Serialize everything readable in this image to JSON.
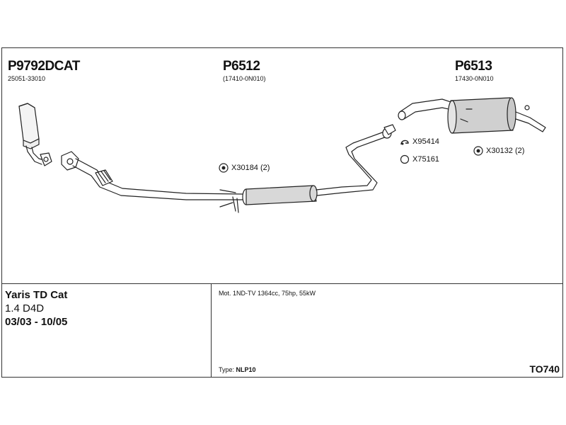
{
  "parts": [
    {
      "number": "P9792DCAT",
      "oem": "25051-33010"
    },
    {
      "number": "P6512",
      "oem": "(17410-0N010)"
    },
    {
      "number": "P6513",
      "oem": "17430-0N010"
    }
  ],
  "hardware": [
    {
      "label": "X30184 (2)",
      "icon": "rubber-mount-icon"
    },
    {
      "label": "X95414",
      "icon": "clamp-icon"
    },
    {
      "label": "X75161",
      "icon": "ring-icon"
    },
    {
      "label": "X30132 (2)",
      "icon": "rubber-mount-icon"
    }
  ],
  "vehicle": {
    "model": "Yaris TD Cat",
    "engine": "1.4 D4D",
    "years": "03/03 - 10/05"
  },
  "details": {
    "motor": "Mot. 1ND-TV 1364cc, 75hp, 55kW",
    "type_label": "Type:",
    "type_value": "NLP10",
    "code": "TO740"
  }
}
